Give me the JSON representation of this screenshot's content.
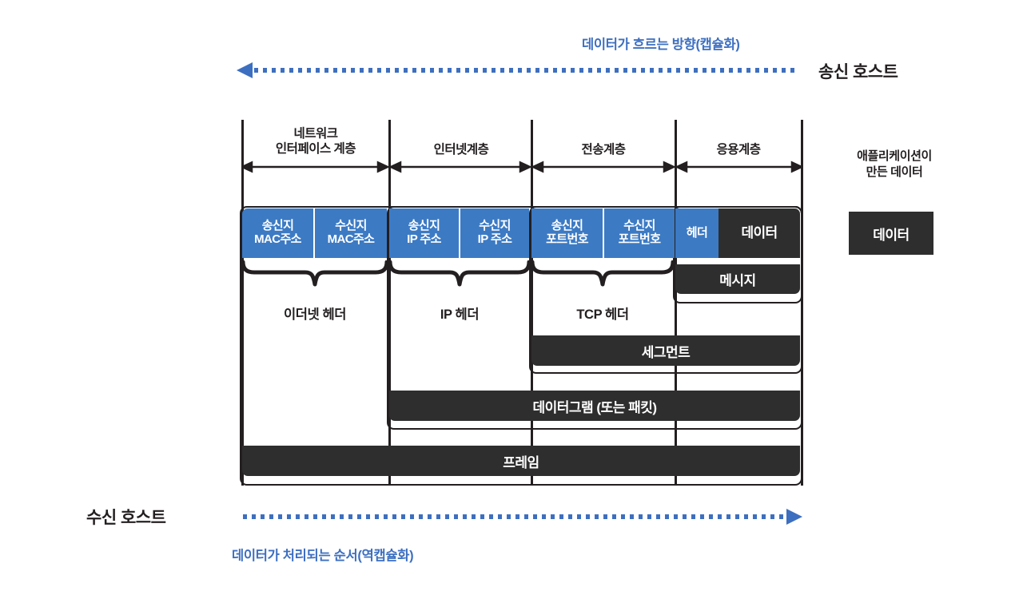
{
  "top_flow": {
    "label": "데이터가 흐르는 방향(캡슐화)",
    "host": "송신 호스트",
    "direction": "left",
    "color": "#3d6fc0"
  },
  "bottom_flow": {
    "label": "데이터가 처리되는 순서(역캡슐화)",
    "host": "수신 호스트",
    "direction": "right",
    "color": "#3d6fc0"
  },
  "side_note": {
    "line1": "애플리케이션이",
    "line2": "만든 데이터",
    "data_box": "데이터"
  },
  "layers": [
    {
      "name": "네트워크\n인터페이스 계층",
      "line1": "네트워크",
      "line2": "인터페이스 계층"
    },
    {
      "name": "인터넷계층",
      "line1": "인터넷계층",
      "line2": ""
    },
    {
      "name": "전송계층",
      "line1": "전송계층",
      "line2": ""
    },
    {
      "name": "응용계층",
      "line1": "응용계층",
      "line2": ""
    }
  ],
  "header_cells": [
    {
      "line1": "송신지",
      "line2": "MAC주소",
      "style": "blue"
    },
    {
      "line1": "수신지",
      "line2": "MAC주소",
      "style": "blue"
    },
    {
      "line1": "송신지",
      "line2": "IP 주소",
      "style": "blue"
    },
    {
      "line1": "수신지",
      "line2": "IP 주소",
      "style": "blue"
    },
    {
      "line1": "송신지",
      "line2": "포트번호",
      "style": "blue"
    },
    {
      "line1": "수신지",
      "line2": "포트번호",
      "style": "blue"
    },
    {
      "line1": "헤더",
      "line2": "",
      "style": "blue"
    },
    {
      "line1": "데이터",
      "line2": "",
      "style": "dark"
    }
  ],
  "header_names": [
    {
      "label": "이더넷 헤더"
    },
    {
      "label": "IP 헤더"
    },
    {
      "label": "TCP 헤더"
    }
  ],
  "pdu_bars": [
    {
      "label": "메시지"
    },
    {
      "label": "세그먼트"
    },
    {
      "label": "데이터그램 (또는 패킷)"
    },
    {
      "label": "프레임"
    }
  ],
  "colors": {
    "blue_cell": "#3c7ac4",
    "dark_cell": "#2e2e2e",
    "accent_blue": "#3d6fc0",
    "ink": "#231f20"
  }
}
